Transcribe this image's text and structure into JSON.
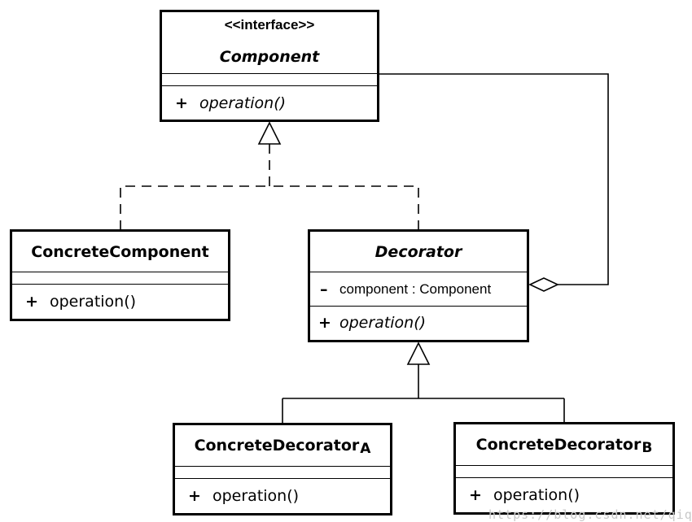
{
  "interface": {
    "stereotype": "<<interface>>",
    "name": "Component",
    "operation": "operation()",
    "visibility": "+"
  },
  "concrete_component": {
    "name": "ConcreteComponent",
    "operation": "operation()",
    "visibility": "+"
  },
  "decorator": {
    "name": "Decorator",
    "attribute_visibility": "–",
    "attribute": "component : Component",
    "operation": "operation()",
    "visibility": "+"
  },
  "decorator_a": {
    "name": "ConcreteDecorator",
    "suffix": "A",
    "operation": "operation()",
    "visibility": "+"
  },
  "decorator_b": {
    "name": "ConcreteDecorator",
    "suffix": "B",
    "operation": "operation()",
    "visibility": "+"
  },
  "watermark": "https://blog.csdn.net/qiq"
}
